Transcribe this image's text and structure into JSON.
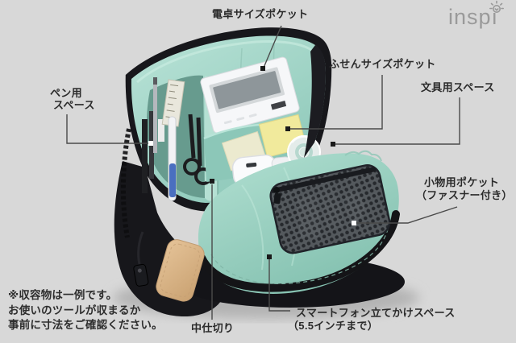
{
  "page": {
    "background_color": "#d8d8d8"
  },
  "logo": {
    "text": "insp",
    "stylized_i": "ı",
    "color": "#9a9a9a"
  },
  "callouts": {
    "calculator_pocket": {
      "label": "電卓サイズポケット"
    },
    "sticky_note_pocket": {
      "label": "ふせんサイズポケット"
    },
    "stationery_space": {
      "label": "文具用スペース"
    },
    "pen_space": {
      "line1": "ペン用",
      "line2": "スペース"
    },
    "small_item_pocket": {
      "line1": "小物用ポケット",
      "line2": "（ファスナー付き）"
    },
    "smartphone_space": {
      "line1": "スマートフォン立てかけスペース",
      "line2": "（5.5インチまで）"
    },
    "divider": {
      "label": "中仕切り"
    }
  },
  "note": {
    "line1": "※収容物は一例です。",
    "line2": "お使いのツールが収まるか",
    "line3": "事前に寸法をご確認ください。"
  },
  "colors": {
    "mint_interior": "#9fd3c5",
    "shell_black": "#1a1a1e",
    "leather_patch": "#d9b487",
    "mesh_pocket": "#4a4e52",
    "sticky_note": "#f2eb9f",
    "label_text": "#2b2b2b",
    "leader_line": "#4a4a4a"
  }
}
